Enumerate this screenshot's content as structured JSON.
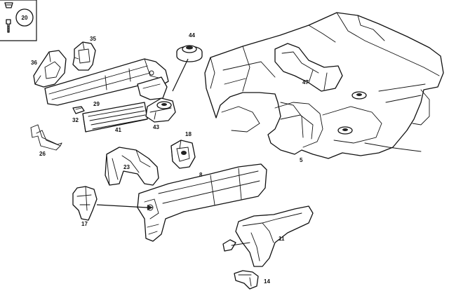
{
  "callouts": {
    "c20": "20",
    "c35": "35",
    "c36": "36",
    "c44": "44",
    "c29": "29",
    "c32": "32",
    "c41": "41",
    "c43": "43",
    "c26": "26",
    "c18": "18",
    "c23": "23",
    "c8": "8",
    "c17": "17",
    "c47": "47",
    "c5": "5",
    "c11": "11",
    "c14": "14"
  },
  "colors": {
    "line": "#111111",
    "background": "#ffffff"
  }
}
